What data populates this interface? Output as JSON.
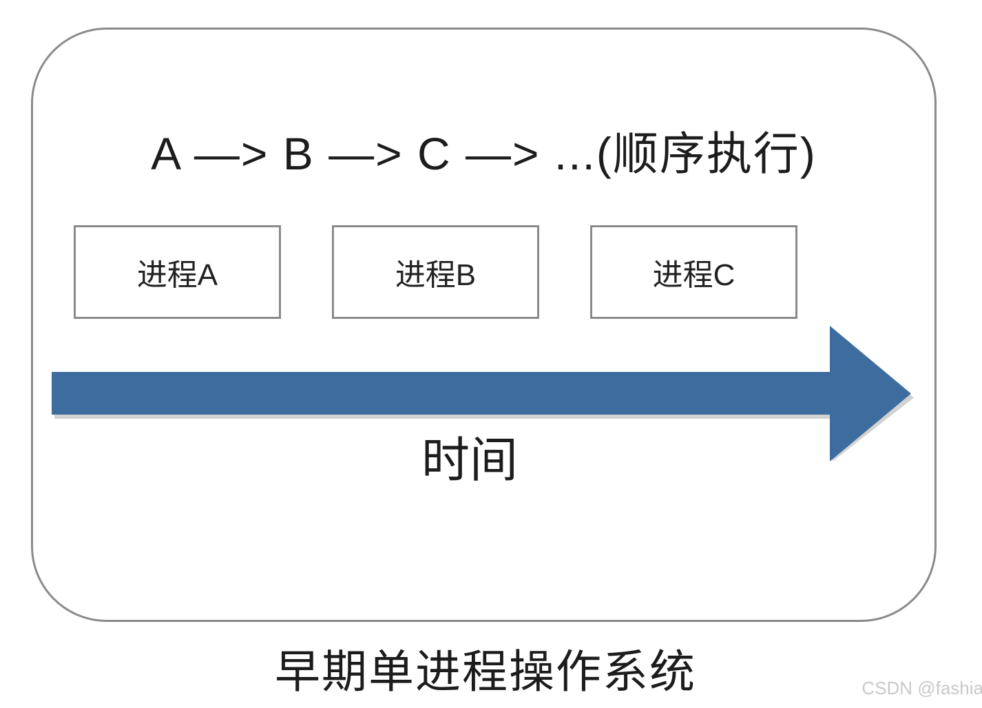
{
  "diagram": {
    "sequence_title": "A —> B —> C —> ...(顺序执行)",
    "process_boxes": [
      {
        "label": "进程A"
      },
      {
        "label": "进程B"
      },
      {
        "label": "进程C"
      }
    ],
    "time_axis_label": "时间",
    "caption": "早期单进程操作系统"
  },
  "colors": {
    "arrow_fill": "#3d6d9e",
    "arrow_shadow": "#9b9b9b",
    "container_border": "#8a8a8a",
    "box_border": "#8a8a8a",
    "text": "#1c1c1c",
    "watermark": "#c9c9c9"
  },
  "watermark": {
    "text": "CSDN @fashia"
  }
}
